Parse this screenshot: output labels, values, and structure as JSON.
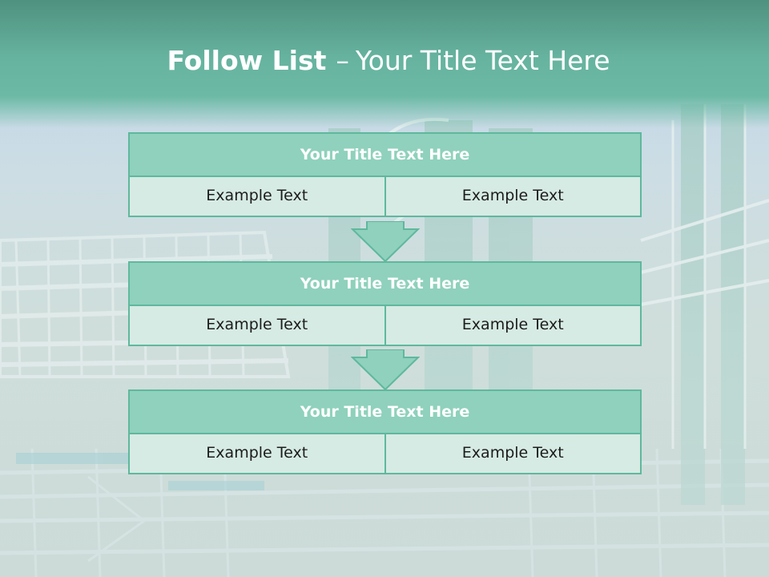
{
  "slide": {
    "title_bold": "Follow List",
    "title_dash": "–",
    "title_rest": "Your Title Text Here",
    "colors": {
      "header": "#66b39f",
      "box_head": "#8fd1bc",
      "box_cell": "#d6ebe3",
      "box_border": "#5fb89d"
    }
  },
  "blocks": [
    {
      "title": "Your Title Text Here",
      "left": "Example Text",
      "right": "Example Text"
    },
    {
      "title": "Your Title Text Here",
      "left": "Example Text",
      "right": "Example Text"
    },
    {
      "title": "Your Title Text Here",
      "left": "Example Text",
      "right": "Example Text"
    }
  ]
}
